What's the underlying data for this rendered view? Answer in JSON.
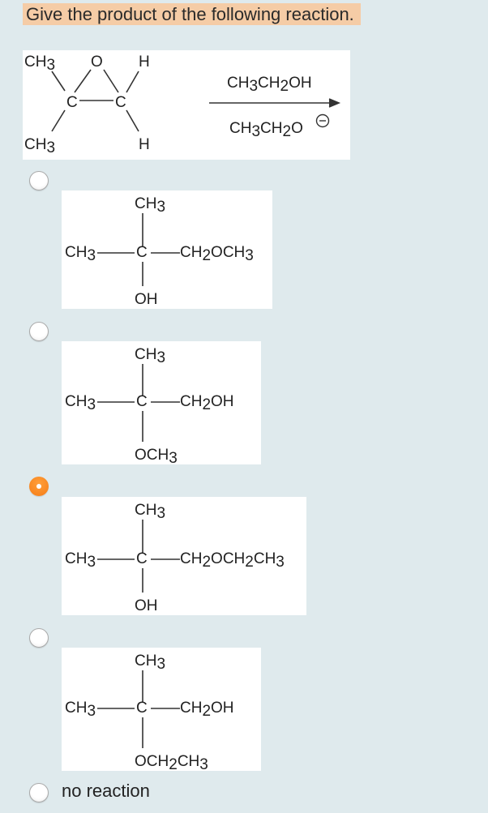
{
  "question": {
    "text": "Give the product of the following reaction."
  },
  "reaction": {
    "reactant": {
      "ch3": "CH",
      "sub3": "3",
      "o": "O",
      "h": "H",
      "c": "C"
    },
    "reagent_top": {
      "a": "CH",
      "sub_a": "3",
      "b": "CH",
      "sub_b": "2",
      "c": "OH"
    },
    "reagent_bottom": {
      "a": "CH",
      "sub_a": "3",
      "b": "CH",
      "sub_b": "2",
      "c": "O"
    }
  },
  "options": [
    {
      "selected": false,
      "top": {
        "a": "CH",
        "sub": "3"
      },
      "left": {
        "a": "CH",
        "sub": "3"
      },
      "center": "C",
      "right": [
        {
          "t": "CH",
          "s": "2"
        },
        {
          "t": "O",
          "s": ""
        },
        {
          "t": "CH",
          "s": "3"
        }
      ],
      "bottom": [
        {
          "t": "OH",
          "s": ""
        }
      ]
    },
    {
      "selected": false,
      "top": {
        "a": "CH",
        "sub": "3"
      },
      "left": {
        "a": "CH",
        "sub": "3"
      },
      "center": "C",
      "right": [
        {
          "t": "CH",
          "s": "2"
        },
        {
          "t": "OH",
          "s": ""
        }
      ],
      "bottom": [
        {
          "t": "O",
          "s": ""
        },
        {
          "t": "CH",
          "s": "3"
        }
      ]
    },
    {
      "selected": true,
      "top": {
        "a": "CH",
        "sub": "3"
      },
      "left": {
        "a": "CH",
        "sub": "3"
      },
      "center": "C",
      "right": [
        {
          "t": "CH",
          "s": "2"
        },
        {
          "t": "O",
          "s": ""
        },
        {
          "t": "CH",
          "s": "2"
        },
        {
          "t": "CH",
          "s": "3"
        }
      ],
      "bottom": [
        {
          "t": "OH",
          "s": ""
        }
      ]
    },
    {
      "selected": false,
      "top": {
        "a": "CH",
        "sub": "3"
      },
      "left": {
        "a": "CH",
        "sub": "3"
      },
      "center": "C",
      "right": [
        {
          "t": "CH",
          "s": "2"
        },
        {
          "t": "OH",
          "s": ""
        }
      ],
      "bottom": [
        {
          "t": "O",
          "s": ""
        },
        {
          "t": "CH",
          "s": "2"
        },
        {
          "t": "CH",
          "s": "3"
        }
      ]
    },
    {
      "selected": false,
      "label": "no reaction"
    }
  ]
}
